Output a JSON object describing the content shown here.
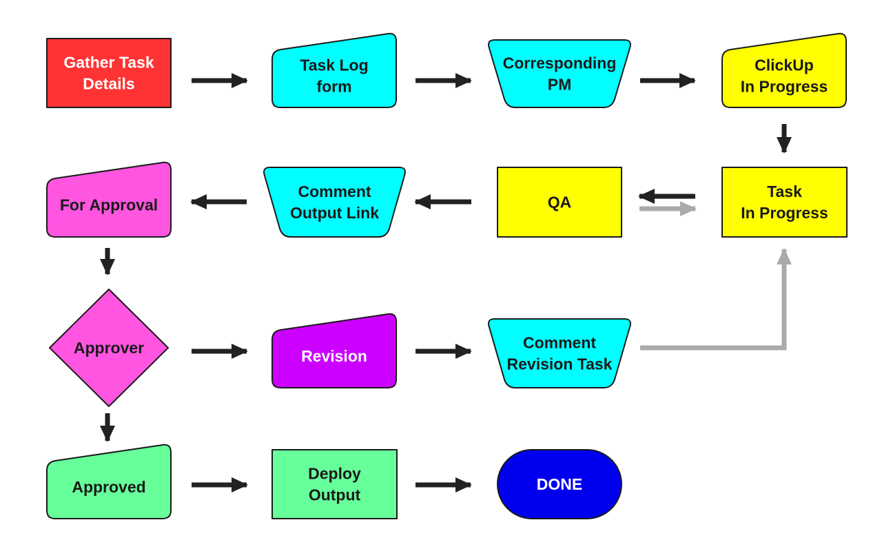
{
  "diagram": {
    "nodes": [
      {
        "id": "gather",
        "lines": [
          "Gather Task",
          "Details"
        ],
        "fill": "#ff3333",
        "text_color": "#ffffff",
        "shape": "rectangle"
      },
      {
        "id": "tasklog",
        "lines": [
          "Task Log",
          "form"
        ],
        "fill": "#00ffff",
        "text_color": "#1a1a1a",
        "shape": "manual-input"
      },
      {
        "id": "pm",
        "lines": [
          "Corresponding",
          "PM"
        ],
        "fill": "#00ffff",
        "text_color": "#1a1a1a",
        "shape": "trapezoid"
      },
      {
        "id": "clickup",
        "lines": [
          "ClickUp",
          "In Progress"
        ],
        "fill": "#ffff00",
        "text_color": "#1a1a1a",
        "shape": "manual-input"
      },
      {
        "id": "task",
        "lines": [
          "Task",
          "In Progress"
        ],
        "fill": "#ffff00",
        "text_color": "#1a1a1a",
        "shape": "rectangle"
      },
      {
        "id": "qa",
        "lines": [
          "QA"
        ],
        "fill": "#ffff00",
        "text_color": "#1a1a1a",
        "shape": "rectangle"
      },
      {
        "id": "comment_output",
        "lines": [
          "Comment",
          "Output Link"
        ],
        "fill": "#00ffff",
        "text_color": "#1a1a1a",
        "shape": "trapezoid"
      },
      {
        "id": "for_approval",
        "lines": [
          "For Approval"
        ],
        "fill": "#ff55e0",
        "text_color": "#1a1a1a",
        "shape": "manual-input"
      },
      {
        "id": "approver",
        "lines": [
          "Approver"
        ],
        "fill": "#ff55e0",
        "text_color": "#1a1a1a",
        "shape": "diamond"
      },
      {
        "id": "revision",
        "lines": [
          "Revision"
        ],
        "fill": "#cc00ff",
        "text_color": "#ffffff",
        "shape": "manual-input"
      },
      {
        "id": "comment_revision",
        "lines": [
          "Comment",
          "Revision Task"
        ],
        "fill": "#00ffff",
        "text_color": "#1a1a1a",
        "shape": "trapezoid"
      },
      {
        "id": "approved",
        "lines": [
          "Approved"
        ],
        "fill": "#66ff99",
        "text_color": "#1a1a1a",
        "shape": "manual-input"
      },
      {
        "id": "deploy",
        "lines": [
          "Deploy",
          "Output"
        ],
        "fill": "#66ff99",
        "text_color": "#1a1a1a",
        "shape": "rectangle"
      },
      {
        "id": "done",
        "lines": [
          "DONE"
        ],
        "fill": "#0000ee",
        "text_color": "#ffffff",
        "shape": "terminator"
      }
    ],
    "edges": [
      {
        "from": "gather",
        "to": "tasklog",
        "color": "#222222"
      },
      {
        "from": "tasklog",
        "to": "pm",
        "color": "#222222"
      },
      {
        "from": "pm",
        "to": "clickup",
        "color": "#222222"
      },
      {
        "from": "clickup",
        "to": "task",
        "color": "#222222"
      },
      {
        "from": "task",
        "to": "qa",
        "color": "#222222"
      },
      {
        "from": "qa",
        "to": "task",
        "color": "#aaaaaa"
      },
      {
        "from": "qa",
        "to": "comment_output",
        "color": "#222222"
      },
      {
        "from": "comment_output",
        "to": "for_approval",
        "color": "#222222"
      },
      {
        "from": "for_approval",
        "to": "approver",
        "color": "#222222"
      },
      {
        "from": "approver",
        "to": "revision",
        "color": "#222222"
      },
      {
        "from": "revision",
        "to": "comment_revision",
        "color": "#222222"
      },
      {
        "from": "comment_revision",
        "to": "task",
        "color": "#aaaaaa"
      },
      {
        "from": "approver",
        "to": "approved",
        "color": "#222222"
      },
      {
        "from": "approved",
        "to": "deploy",
        "color": "#222222"
      },
      {
        "from": "deploy",
        "to": "done",
        "color": "#222222"
      }
    ]
  }
}
